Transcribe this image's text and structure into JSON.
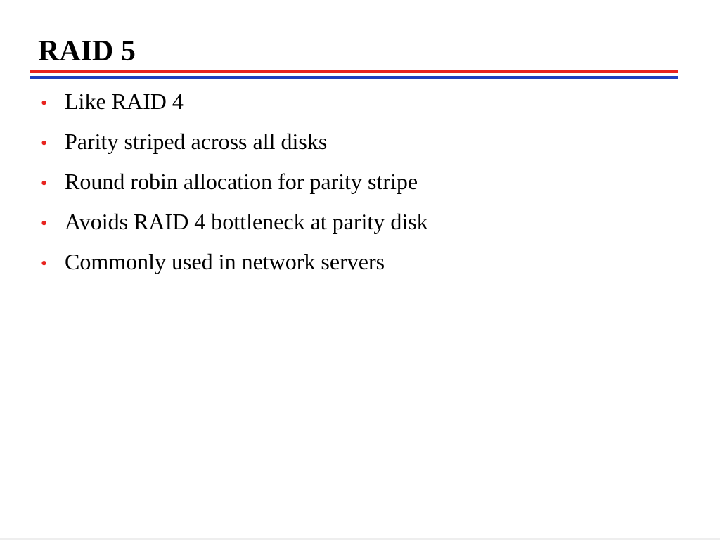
{
  "slide": {
    "title": "RAID 5",
    "bullet_symbol": "•",
    "bullets": [
      "Like RAID 4",
      "Parity striped across all disks",
      "Round robin allocation for parity stripe",
      "Avoids RAID 4 bottleneck at parity disk",
      "Commonly used in network servers"
    ]
  },
  "colors": {
    "title_rule_top": "#e8231e",
    "title_rule_bottom": "#1f3fbf",
    "bullet": "#e8231e",
    "text": "#000000",
    "background": "#ffffff"
  }
}
